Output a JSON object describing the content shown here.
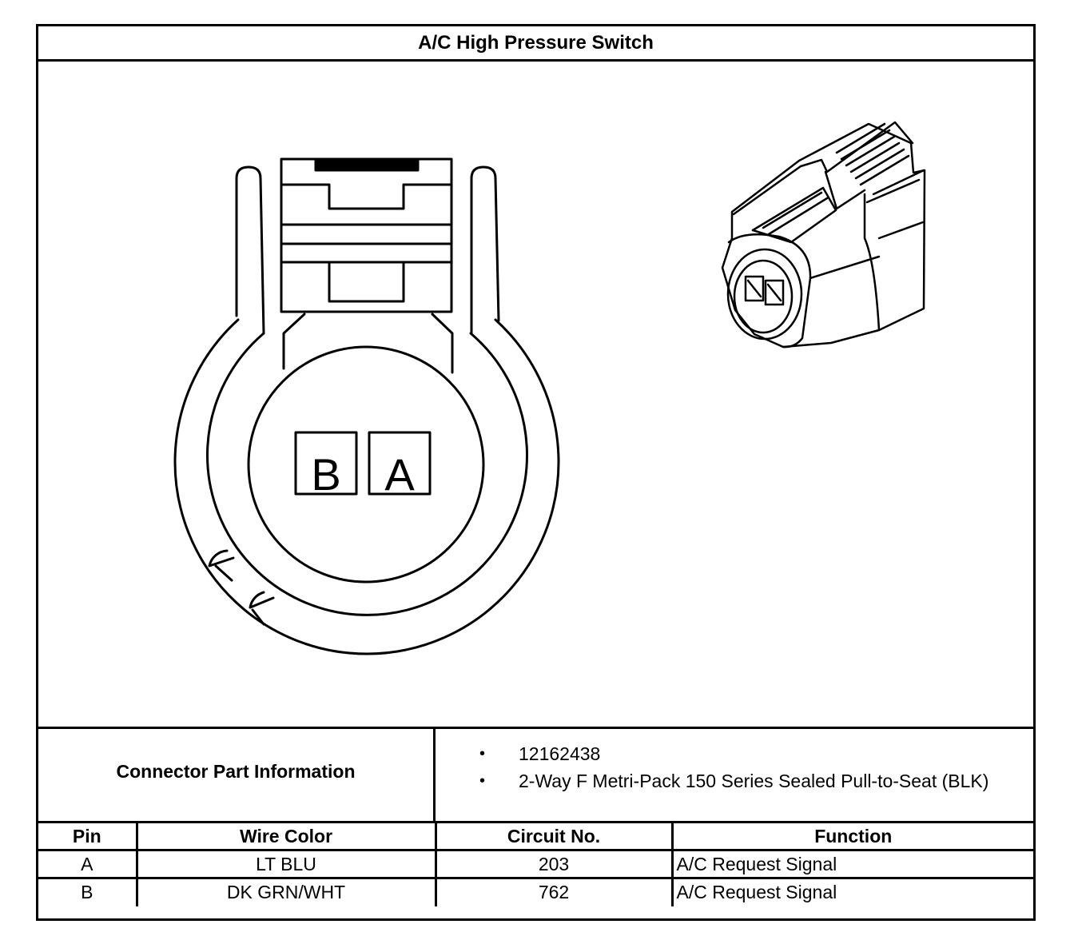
{
  "title": "A/C High Pressure Switch",
  "connector_face": {
    "pin_labels": [
      "B",
      "A"
    ]
  },
  "connector_info": {
    "label": "Connector Part Information",
    "items": [
      "12162438",
      "2-Way F Metri-Pack 150 Series Sealed Pull-to-Seat (BLK)"
    ],
    "bullet": "•"
  },
  "pin_table": {
    "headers": [
      "Pin",
      "Wire Color",
      "Circuit No.",
      "Function"
    ],
    "rows": [
      {
        "pin": "A",
        "wire_color": "LT BLU",
        "circuit": "203",
        "function": "A/C Request Signal"
      },
      {
        "pin": "B",
        "wire_color": "DK GRN/WHT",
        "circuit": "762",
        "function": "A/C Request Signal"
      }
    ]
  }
}
